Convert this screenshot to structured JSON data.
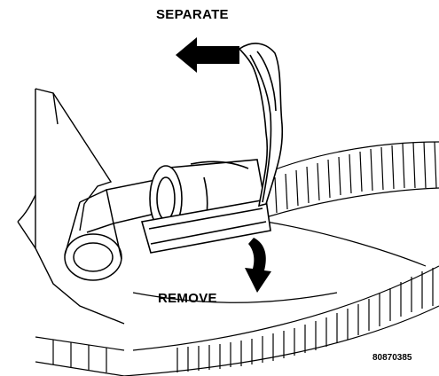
{
  "labels": {
    "separate": "SEPARATE",
    "remove": "REMOVE",
    "figure_number": "80870385"
  },
  "icons": [
    "separate-arrow-icon",
    "remove-arrow-icon"
  ],
  "colors": {
    "line": "#000000",
    "background": "#ffffff"
  }
}
